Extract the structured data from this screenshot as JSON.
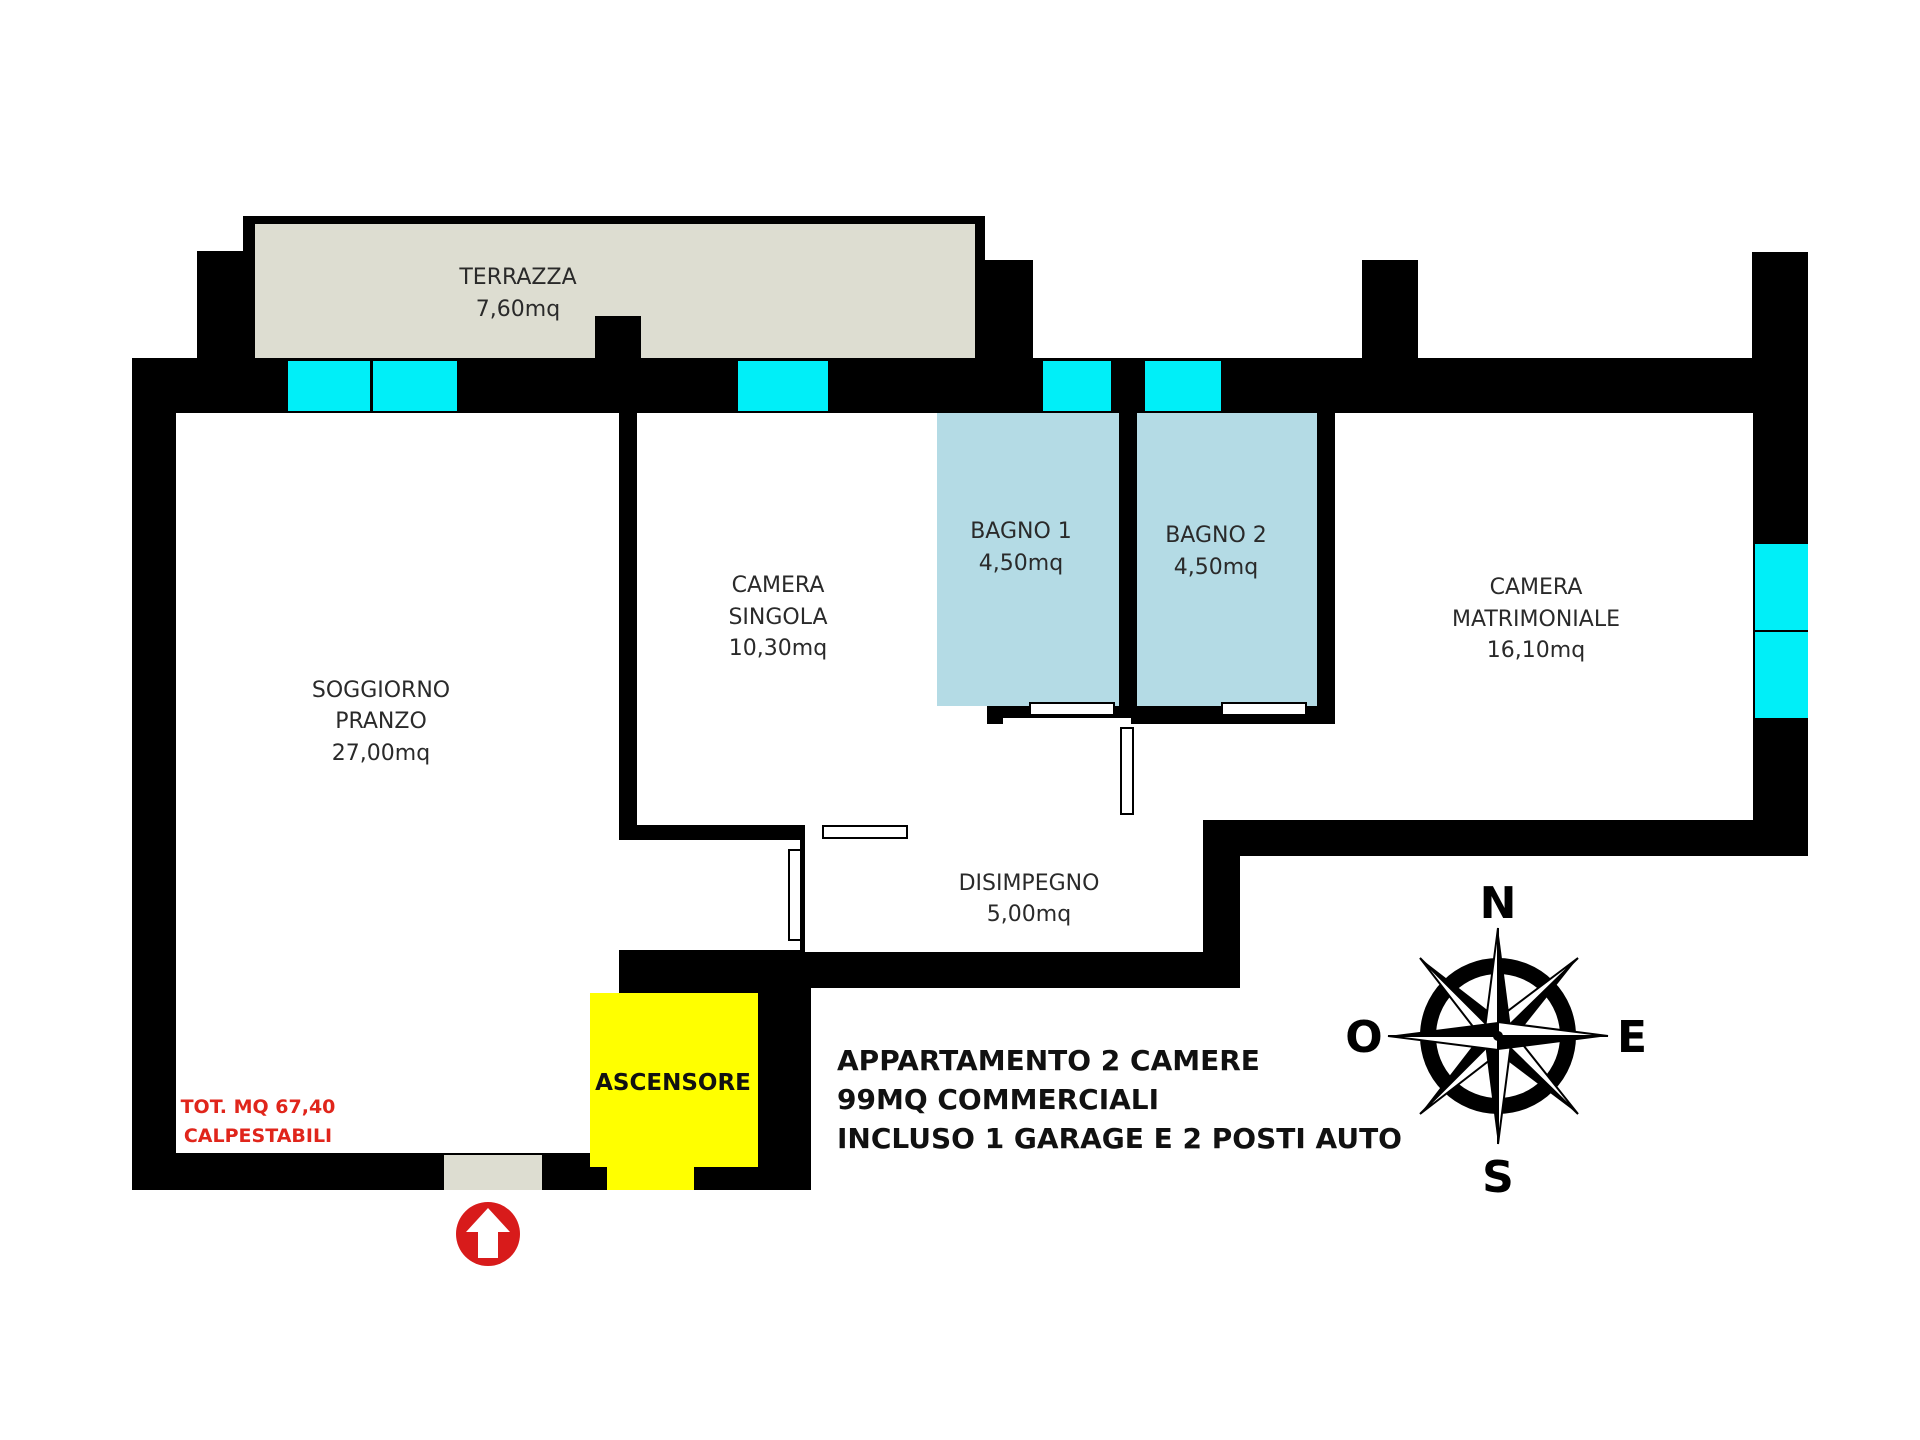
{
  "colors": {
    "wall": "#000000",
    "floor": "#ffffff",
    "terrace": "#ddddd1",
    "bathroom": "#b4dbe5",
    "window": "#00eff8",
    "door": "#ffffff",
    "elevator": "#ffff00",
    "entrance_marker": "#d81b1b",
    "total_text": "#e0251b"
  },
  "rooms": {
    "terrazza": {
      "name": "TERRAZZA",
      "area": "7,60mq"
    },
    "soggiorno": {
      "name_line1": "SOGGIORNO",
      "name_line2": "PRANZO",
      "area": "27,00mq"
    },
    "camera_singola": {
      "name_line1": "CAMERA",
      "name_line2": "SINGOLA",
      "area": "10,30mq"
    },
    "bagno1": {
      "name": "BAGNO 1",
      "area": "4,50mq"
    },
    "bagno2": {
      "name": "BAGNO 2",
      "area": "4,50mq"
    },
    "camera_matrimoniale": {
      "name_line1": "CAMERA",
      "name_line2": "MATRIMONIALE",
      "area": "16,10mq"
    },
    "disimpegno": {
      "name": "DISIMPEGNO",
      "area": "5,00mq"
    },
    "ascensore": {
      "name": "ASCENSORE"
    }
  },
  "totals": {
    "line1": "TOT. MQ 67,40",
    "line2": "CALPESTABILI"
  },
  "description": {
    "line1": "APPARTAMENTO 2 CAMERE",
    "line2": "99MQ COMMERCIALI",
    "line3": "INCLUSO 1 GARAGE E 2 POSTI AUTO"
  },
  "compass": {
    "north": "N",
    "south": "S",
    "east": "E",
    "west": "O"
  },
  "icons": {
    "entrance": "entrance-arrow-icon",
    "compass": "compass-rose-icon"
  }
}
